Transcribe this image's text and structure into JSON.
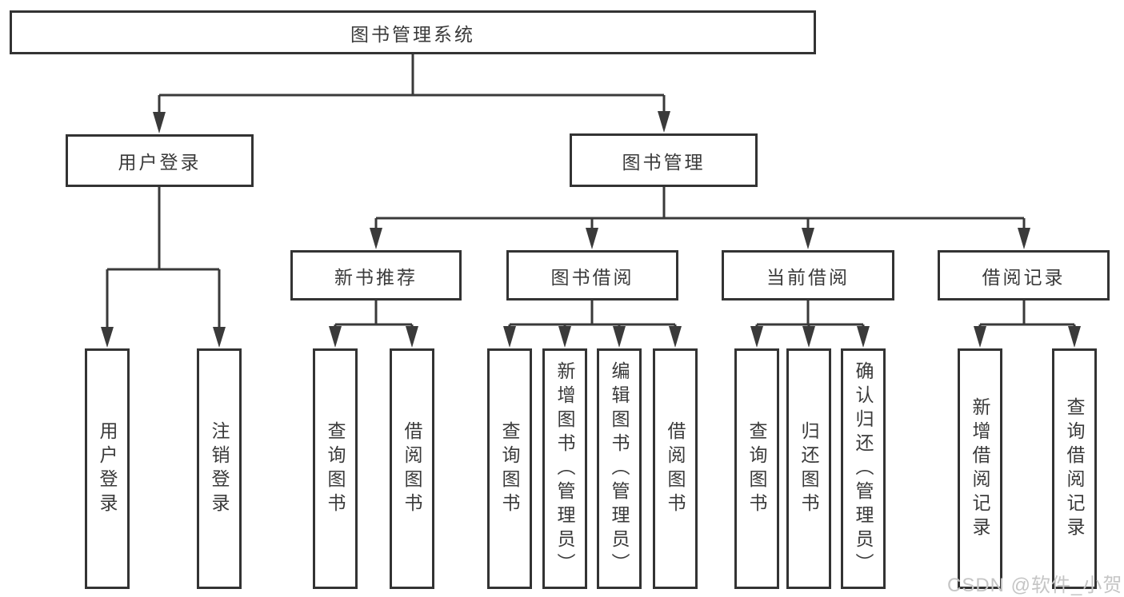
{
  "diagram": {
    "title": "图书管理系统",
    "level2": {
      "user_login": "用户登录",
      "book_mgmt": "图书管理"
    },
    "level3": {
      "new_books": "新书推荐",
      "borrowing": "图书借阅",
      "current": "当前借阅",
      "records": "借阅记录"
    },
    "leaves": {
      "user_login": "用户登录",
      "logout": "注销登录",
      "nb_query": "查询图书",
      "nb_borrow": "借阅图书",
      "bb_query": "查询图书",
      "bb_add": "新增图书（管理员）",
      "bb_edit": "编辑图书（管理员）",
      "bb_borrow": "借阅图书",
      "cb_query": "查询图书",
      "cb_return": "归还图书",
      "cb_confirm": "确认归还（管理员）",
      "br_add": "新增借阅记录",
      "br_query": "查询借阅记录"
    }
  },
  "watermark": "CSDN @软件_小贺同学",
  "colors": {
    "line": "#3a3a3a",
    "box_border": "#333333",
    "text": "#3a3a3a",
    "watermark": "#c5c5c5",
    "background": "#ffffff"
  }
}
